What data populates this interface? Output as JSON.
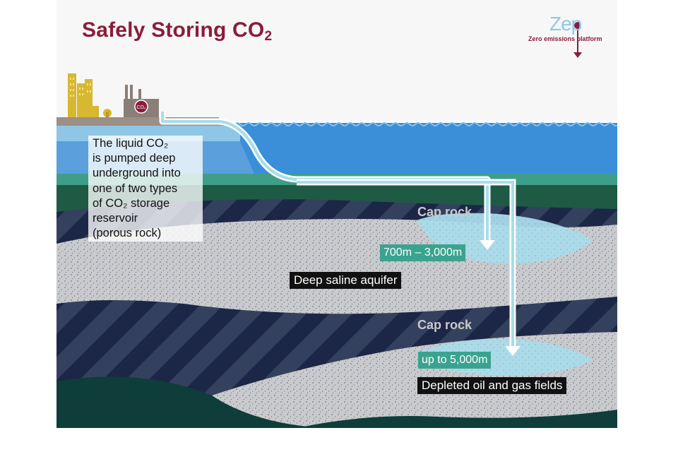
{
  "title": {
    "main": "Safely Storing CO",
    "sub": "2"
  },
  "logo": {
    "word": "Zep",
    "tagline": "Zero emissions platform"
  },
  "plant": {
    "badge": "CO₂"
  },
  "info": {
    "lines": [
      "The liquid CO₂",
      "is pumped deep",
      "underground into",
      "one of two types",
      "of CO₂ storage",
      "reservoir",
      "(porous rock)"
    ]
  },
  "labels": {
    "cap_rock_upper": "Cap rock",
    "cap_rock_lower": "Cap rock",
    "depth_shallow": "700m – 3,000m",
    "depth_deep": "up to 5,000m",
    "aquifer": "Deep saline aquifer",
    "fields": "Depleted oil and gas fields"
  },
  "colors": {
    "title": "#8a1c3c",
    "sea": "#3a8fd8",
    "land": "#9b8f86",
    "caprock": "#1f2a4a",
    "aquifer": "#c9cbd0",
    "co2_plume": "#a8dceb",
    "label_teal": "#3aa38f"
  }
}
